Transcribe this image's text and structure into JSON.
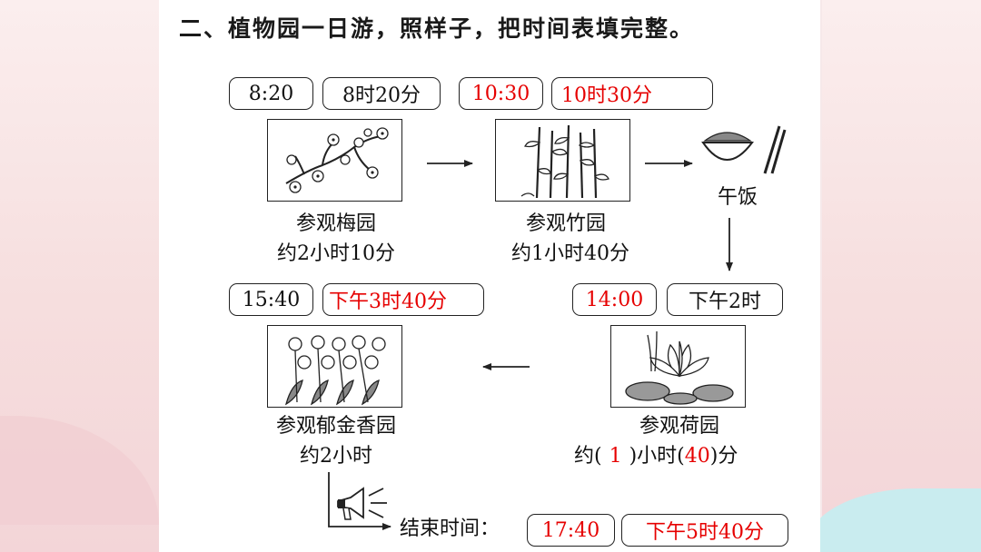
{
  "title": "二、植物园一日游，照样子，把时间表填完整。",
  "row1": {
    "t1_digital": "8:20",
    "t1_chinese": "8时20分",
    "t2_digital": "10:30",
    "t2_chinese": "10时30分"
  },
  "plum": {
    "name": "参观梅园",
    "duration": "约2小时10分"
  },
  "bamboo": {
    "name": "参观竹园",
    "duration": "约1小时40分"
  },
  "lunch": {
    "label": "午饭"
  },
  "row2": {
    "lotus_digital": "14:00",
    "lotus_chinese": "下午2时",
    "tulip_digital": "15:40",
    "tulip_chinese": "下午3时40分"
  },
  "lotus": {
    "name": "参观荷园",
    "dur_prefix": "约(",
    "dur_hours": "1",
    "dur_mid": ")小时(",
    "dur_minutes": "40",
    "dur_suffix": ")分"
  },
  "tulip": {
    "name": "参观郁金香园",
    "duration": "约2小时"
  },
  "end": {
    "label": "结束时间：",
    "digital": "17:40",
    "chinese": "下午5时40分"
  },
  "colors": {
    "answer": "#e60000",
    "ink": "#111111"
  }
}
